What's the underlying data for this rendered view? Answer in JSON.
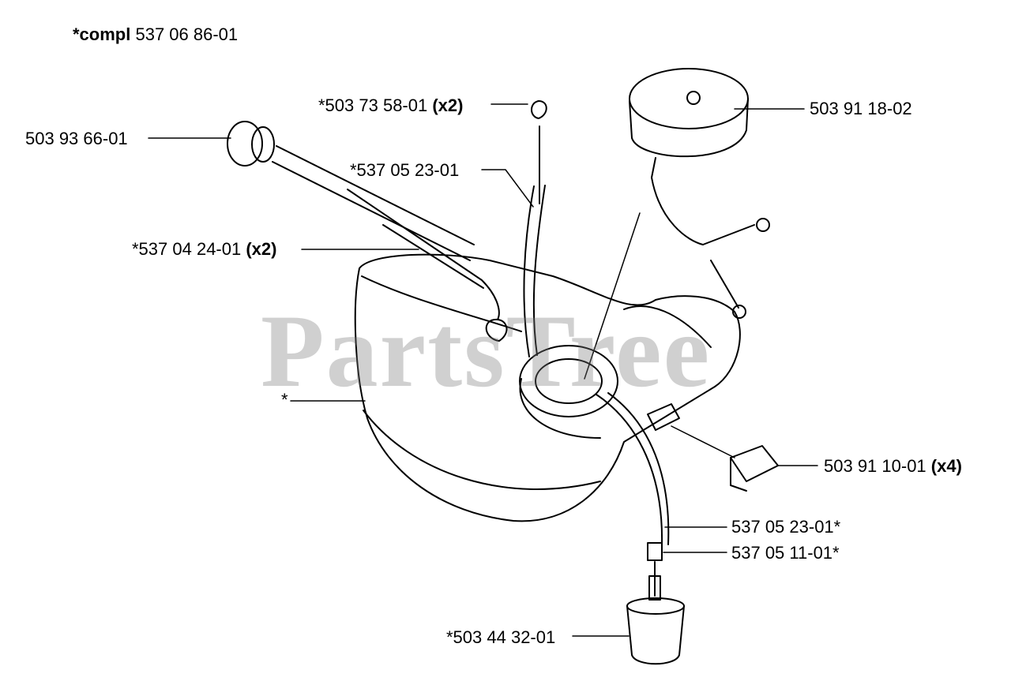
{
  "watermark": "PartsTree",
  "header": {
    "prefix": "*compl",
    "part": "537 06 86-01"
  },
  "callouts": {
    "tank": "*",
    "primer_bulb": "503 93 66-01",
    "vent_valve": {
      "part": "*503 73 58-01",
      "qty": "(x2)"
    },
    "vent_hose": "*537 05 23-01",
    "fuel_hoses": {
      "part": "*537 04 24-01",
      "qty": "(x2)"
    },
    "fuel_cap": "503 91 18-02",
    "rubber_mount": {
      "part": "503 91 10-01",
      "qty": "(x4)"
    },
    "fuel_line": "537 05 23-01*",
    "fitting": "537 05 11-01*",
    "fuel_filter": "*503 44 32-01"
  }
}
